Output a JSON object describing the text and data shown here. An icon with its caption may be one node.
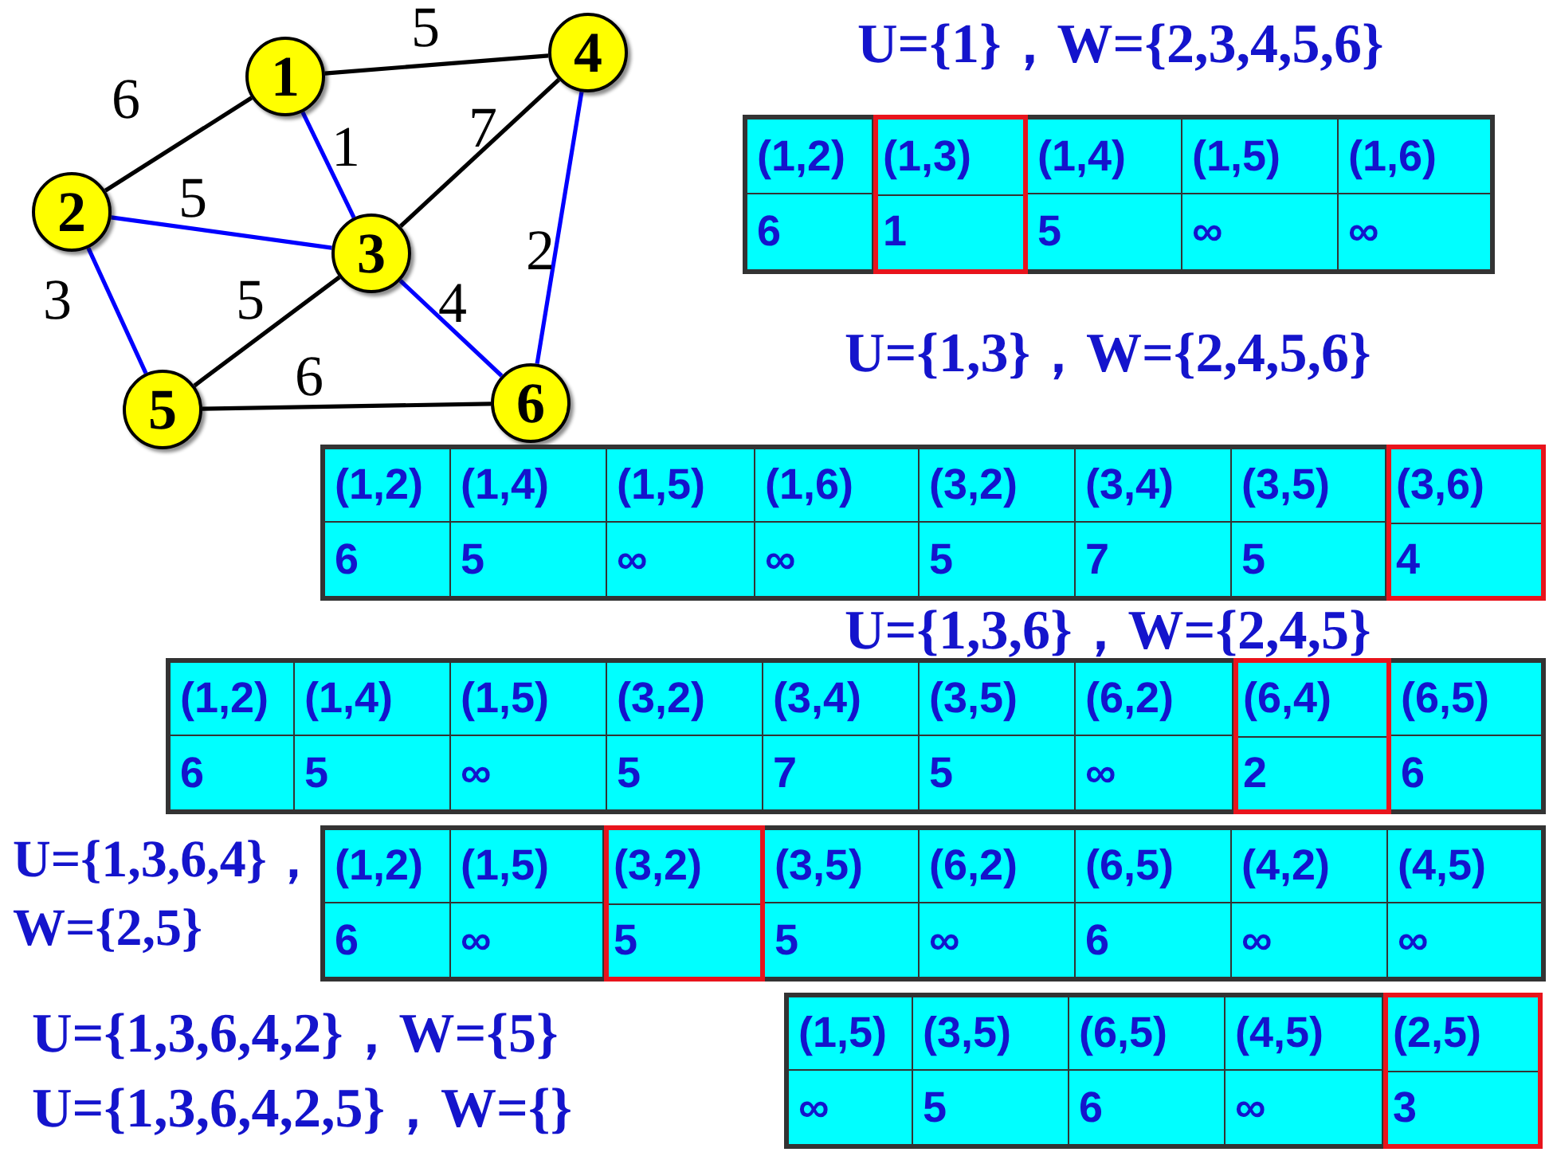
{
  "diagram": {
    "nodes": [
      {
        "text": [
          "1"
        ]
      },
      {
        "text": [
          "2"
        ]
      },
      {
        "text": [
          "3"
        ]
      },
      {
        "text": [
          "4"
        ]
      },
      {
        "text": [
          "5"
        ]
      },
      {
        "text": [
          "6"
        ]
      },
      {
        "text": [
          "(1,2)",
          "(1,4)",
          "(1,5)",
          "(1,6)",
          "6",
          "5",
          "∞",
          "∞"
        ]
      },
      {
        "text": [
          "(1,3)",
          "1"
        ],
        "in": 6
      },
      {
        "text": [
          "(1,2)",
          "(1,4)",
          "(1,5)",
          "(1,6)",
          "(3,2)",
          "(3,4)",
          "(3,5)",
          "6",
          "5",
          "∞",
          "∞",
          "5",
          "7",
          "5"
        ]
      },
      {
        "text": [
          "(3,6)",
          "4"
        ],
        "in": 8
      },
      {
        "text": [
          "(1,2)",
          "(1,4)",
          "(1,5)",
          "(3,2)",
          "(3,4)",
          "(3,5)",
          "(6,2)",
          "(6,5)",
          "6",
          "5",
          "∞",
          "5",
          "7",
          "5",
          "∞",
          "6"
        ]
      },
      {
        "text": [
          "(6,4)",
          "2"
        ],
        "in": 10
      },
      {
        "text": [
          "(1,2)",
          "(1,5)",
          "(3,5)",
          "(6,2)",
          "(6,5)",
          "(4,2)",
          "(4,5)",
          "6",
          "∞",
          "5",
          "∞",
          "6",
          "∞",
          "∞"
        ]
      },
      {
        "text": [
          "(3,2)",
          "5"
        ],
        "in": 12
      },
      {
        "text": [
          "(1,5)",
          "(3,5)",
          "(6,5)",
          "(4,5)",
          "∞",
          "5",
          "6",
          "∞"
        ]
      },
      {
        "text": [
          "(2,5)",
          "3"
        ],
        "in": 14
      }
    ],
    "edges": [
      {
        "from": 0,
        "to": 1,
        "arrow": "none",
        "label": "6"
      },
      {
        "from": 0,
        "to": 3,
        "arrow": "none",
        "label": "5"
      },
      {
        "from": 0,
        "to": 2,
        "arrow": "none",
        "label": "1",
        "color": "#0000ff"
      },
      {
        "from": 2,
        "to": 3,
        "arrow": "none",
        "label": "7"
      },
      {
        "from": 1,
        "to": 2,
        "arrow": "none",
        "label": "5",
        "color": "#0000ff"
      },
      {
        "from": 3,
        "to": 5,
        "arrow": "none",
        "label": "2",
        "color": "#0000ff"
      },
      {
        "from": 1,
        "to": 4,
        "arrow": "none",
        "label": "3",
        "color": "#0000ff"
      },
      {
        "from": 2,
        "to": 4,
        "arrow": "none",
        "label": "5"
      },
      {
        "from": 2,
        "to": 5,
        "arrow": "none",
        "label": "4",
        "color": "#0000ff"
      },
      {
        "from": 4,
        "to": 5,
        "arrow": "none",
        "label": "6"
      }
    ],
    "labels": [
      "U={1}，W={2,3,4,5,6}",
      "U={1,3}，W={2,4,5,6}",
      "U={1,3,6}，W={2,4,5}",
      "U={1,3,6,4}， W={2,5}",
      "U={1,3,6,4,2}，W={5}",
      "U={1,3,6,4,2,5}，W={}"
    ]
  }
}
